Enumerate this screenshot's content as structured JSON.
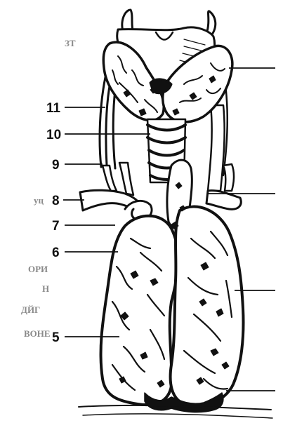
{
  "figure": {
    "labels": {
      "l11": "11",
      "l10": "10",
      "l9": "9",
      "l8": "8",
      "l7": "7",
      "l6": "6",
      "l5": "5"
    },
    "edge_text": {
      "t1": "ЗТ",
      "t2": "уц",
      "t3": "ОРИ",
      "t4": "Н",
      "t5": "ДЙГ",
      "t6": "ВОНЕ"
    },
    "colors": {
      "ink": "#111111",
      "paper": "#ffffff",
      "faint": "#8a8a8a"
    }
  }
}
